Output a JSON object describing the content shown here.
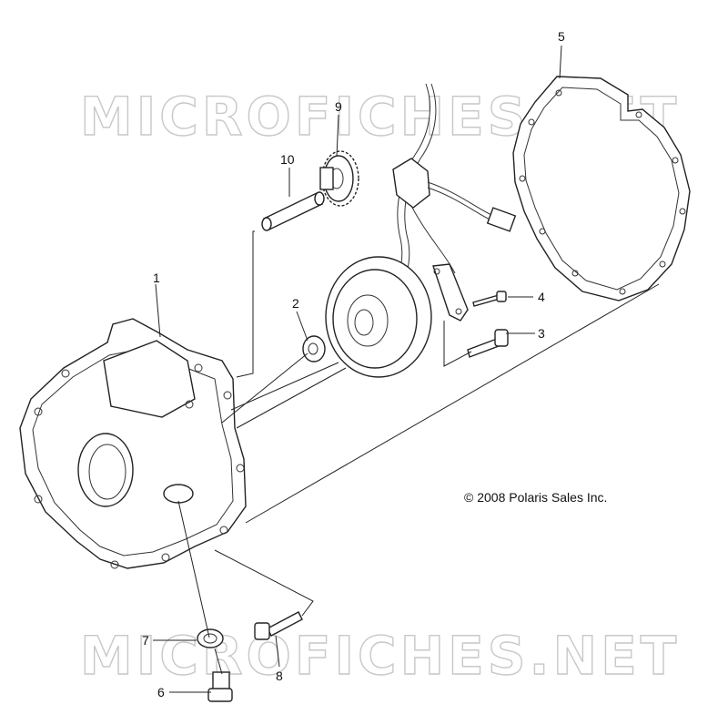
{
  "watermark": {
    "top_text": "MICROFICHES.NET",
    "bottom_text": "MICROFICHES.NET"
  },
  "copyright": "© 2008 Polaris Sales Inc.",
  "callouts": [
    "1",
    "2",
    "3",
    "4",
    "5",
    "6",
    "7",
    "8",
    "9",
    "10"
  ]
}
